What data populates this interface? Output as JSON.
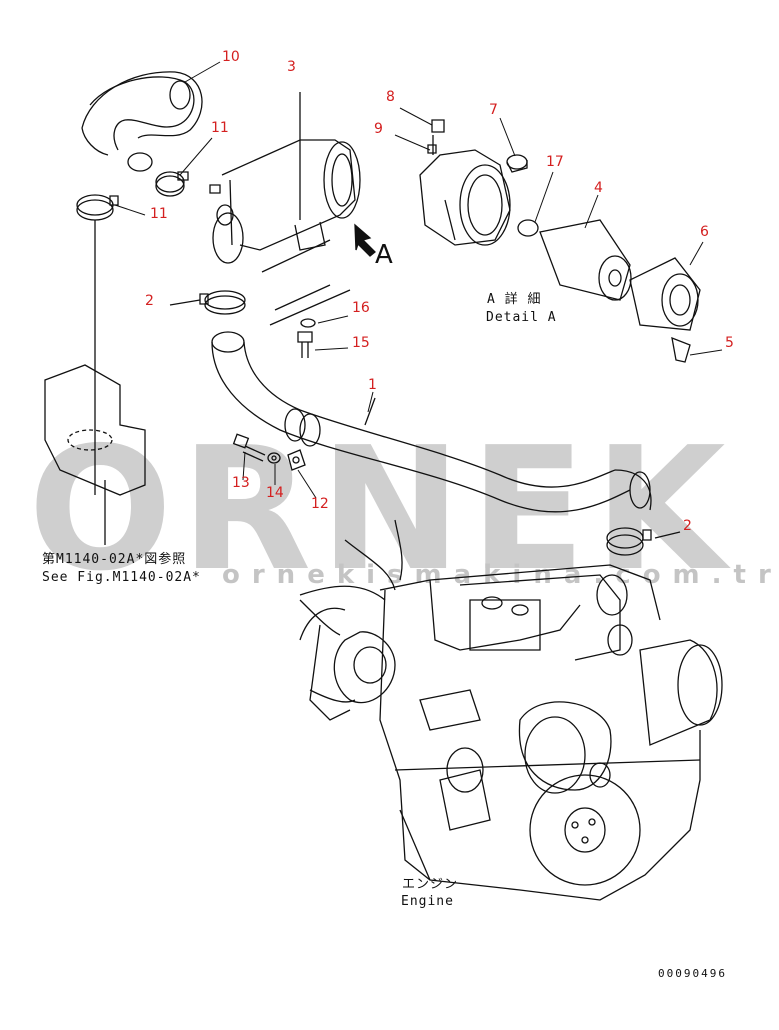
{
  "diagram": {
    "labels": {
      "p1": "1",
      "p2a": "2",
      "p2b": "2",
      "p3": "3",
      "p4": "4",
      "p5": "5",
      "p6": "6",
      "p7": "7",
      "p8": "8",
      "p9": "9",
      "p10": "10",
      "p11a": "11",
      "p11b": "11",
      "p12": "12",
      "p13": "13",
      "p14": "14",
      "p15": "15",
      "p16": "16",
      "p17": "17"
    },
    "view_marker": "A",
    "detail_label_jp": "A 詳 細",
    "detail_label_en": "Detail A",
    "reference_jp": "第M1140-02A*図参照",
    "reference_en": "See Fig.M1140-02A*",
    "engine_label_jp": "エンジン",
    "engine_label_en": "Engine",
    "document_number": "00090496",
    "watermark_main": "ORNEK",
    "watermark_url": "ornekismakina.com.tr",
    "colors": {
      "label_red": "#d42020",
      "line": "#111111",
      "watermark": "#cfcfcf"
    }
  }
}
